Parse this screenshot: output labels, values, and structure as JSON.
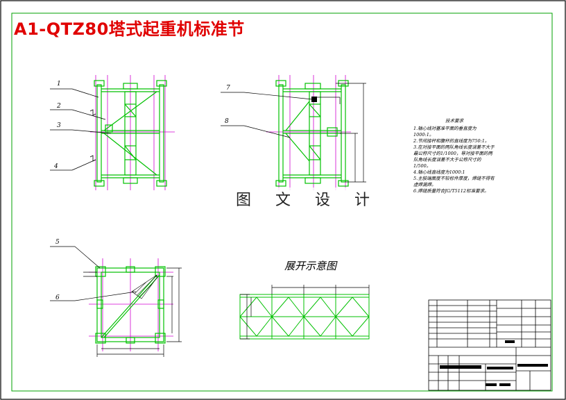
{
  "title": "A1-QTZ80塔式起重机标准节",
  "watermark": "图 文 设 计",
  "unfold_caption": "展开示意图",
  "part_labels": [
    "1",
    "2",
    "3",
    "4",
    "5",
    "6",
    "7",
    "8"
  ],
  "tech_notes": {
    "heading": "技术要求",
    "items": [
      "1.轴心线对基准平面的垂直度为1000:1。",
      "2.节间接杆和腹杆的直线度为750:1。",
      "3.在对接平面的两队角线长度误差不大于最公称尺寸的1/1000，导对接平面的两队角线长度误差不大于公称尺寸的1/500。",
      "4.轴心线直线度为1000:1",
      "5.主肢端面度不较标件厚度，焊缝不得有虚焊漏焊。",
      "6.焊缝质量符合JG/T5112标准要求。"
    ]
  },
  "colors": {
    "frame": "#000000",
    "border": "#00a000",
    "structure": "#00c000",
    "axis": "#d000d0",
    "title": "#e00000",
    "hatch": "#000000"
  }
}
